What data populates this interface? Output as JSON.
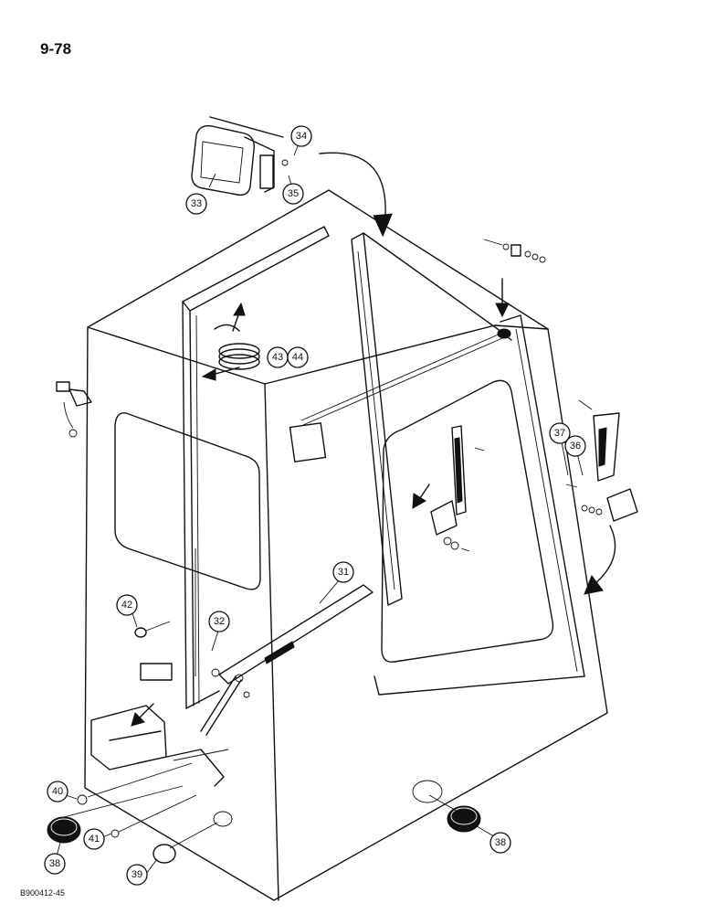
{
  "page_number": "9-78",
  "figure_code": "B900412-45",
  "callouts": {
    "c31": "31",
    "c32": "32",
    "c33": "33",
    "c34": "34",
    "c35": "35",
    "c36": "36",
    "c37": "37",
    "c38a": "38",
    "c38b": "38",
    "c39": "39",
    "c40": "40",
    "c41": "41",
    "c42": "42",
    "c43": "43",
    "c44": "44"
  }
}
